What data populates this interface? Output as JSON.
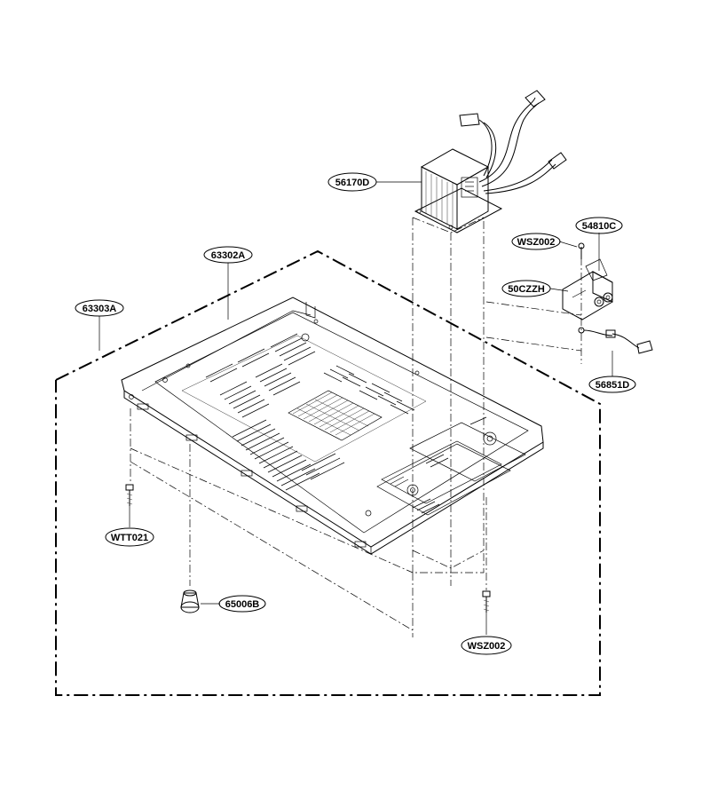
{
  "callouts": {
    "transformer": "56170D",
    "holder_right": "54810C",
    "screw_top": "WSZ002",
    "socket": "50CZZH",
    "base_plate": "63302A",
    "frame": "63303A",
    "wire": "56851D",
    "screw_left": "WTT021",
    "foot": "65006B",
    "screw_bottom": "WSZ002"
  }
}
